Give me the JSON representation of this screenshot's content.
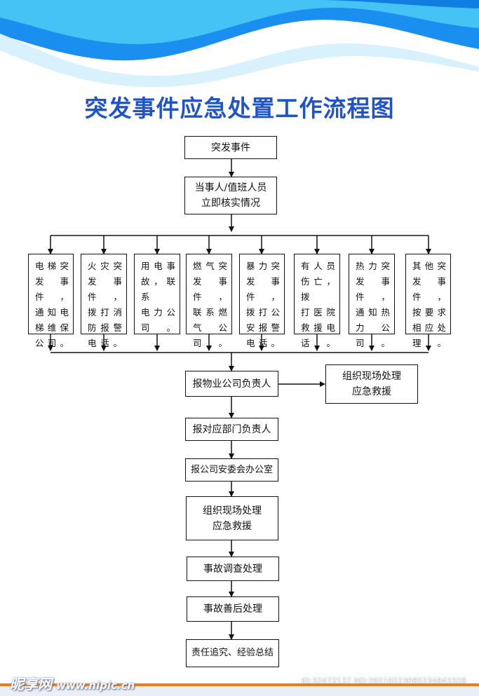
{
  "title": "突发事件应急处置工作流程图",
  "steps": {
    "event": "突发事件",
    "verify": "当事人/值班人员\n立即核实情况",
    "report_property": "报物业公司负责人",
    "side_rescue": "组织现场处理\n应急救援",
    "report_dept": "报对应部门负责人",
    "report_safety": "报公司安委会办公室",
    "rescue": "组织现场处理\n应急救援",
    "investigate": "事故调查处理",
    "aftermath": "事故善后处理",
    "summary": "责任追究、经验总结"
  },
  "categories": [
    "电梯突\n发事件，\n通知电\n梯维保\n公司。",
    "火灾突\n发事件，\n拨打消\n防报警\n电话。",
    "用电事\n故，联系\n电力公\n司。",
    "燃气突\n发事件，\n联系燃\n气公司。",
    "暴力突\n发事件，\n拨打公\n安报警\n电话。",
    "有人员\n伤亡，拨\n打医院\n救援电\n话。",
    "热力突\n发事件，\n通知热\n力公司。",
    "其他突\n发事件，\n按要求\n相应处\n理。"
  ],
  "watermark": {
    "logo": "昵享网",
    "site": "www.nipic.cn",
    "id": "ID:32472137 NO:20210223085234943328"
  },
  "colors": {
    "title": "#1f53c8",
    "wave_dark": "#1a8ff0",
    "wave_light": "#46c3f5"
  }
}
